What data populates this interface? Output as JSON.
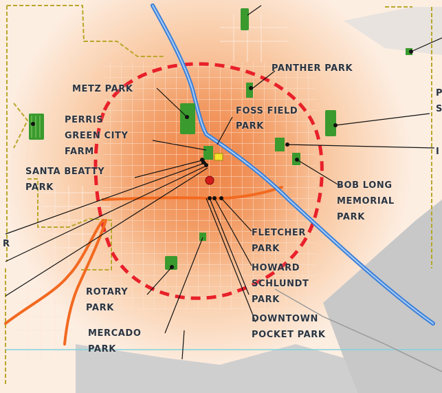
{
  "labels": {
    "panther": "PANTHER PARK",
    "metz": "METZ PARK",
    "foss1": "FOSS FIELD",
    "foss2": "PARK",
    "perris1": "PERRIS",
    "perris2": "GREEN CITY",
    "perris3": "FARM",
    "santa1": "SANTA BEATTY",
    "santa2": "PARK",
    "bob1": "BOB LONG",
    "bob2": "MEMORIAL",
    "bob3": "PARK",
    "fletcher1": "FLETCHER",
    "fletcher2": "PARK",
    "howard1": "HOWARD",
    "howard2": "SCHLUNDT",
    "howard3": "PARK",
    "downtown1": "DOWNTOWN",
    "downtown2": "POCKET PARK",
    "rotary1": "ROTARY",
    "rotary2": "PARK",
    "mercado1": "MERCADO",
    "mercado2": "PARK",
    "edge_r": "R",
    "edge_p": "P",
    "edge_s": "S",
    "edge_i": "I"
  },
  "colors": {
    "park": "#3a9a2e",
    "boundary": "#e8202a",
    "highway": "#3b7fd8",
    "road": "#f26a21",
    "city_limit": "#c7b22a",
    "gray_area": "#c7c7c7"
  }
}
